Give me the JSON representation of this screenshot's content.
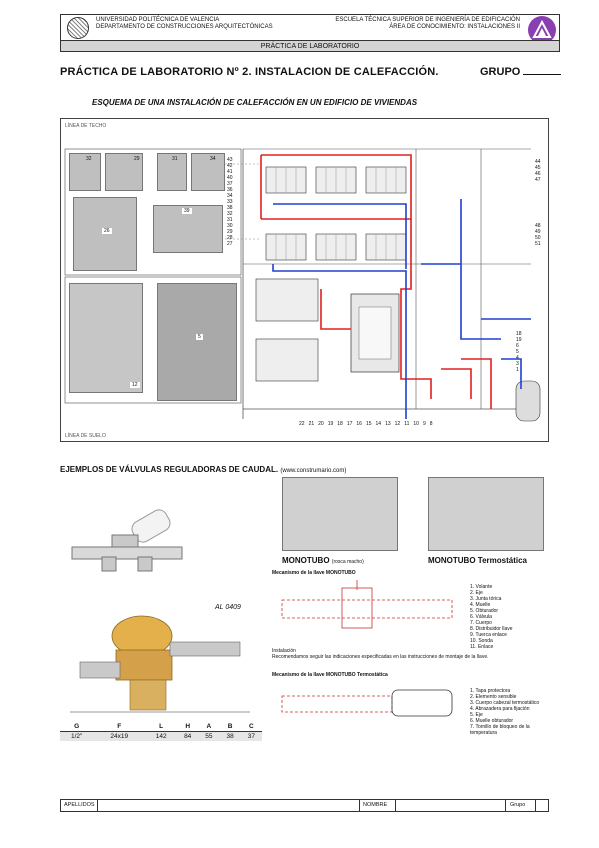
{
  "header": {
    "left_line1": "UNIVERSIDAD POLITÉCNICA DE VALENCIA",
    "left_line2": "DEPARTAMENTO DE CONSTRUCCIONES ARQUITECTÓNICAS",
    "right_line1": "ESCUELA TÉCNICA SUPERIOR DE INGENIERÍA DE EDIFICACIÓN",
    "right_line2": "ÁREA DE CONOCIMIENTO: INSTALACIONES II",
    "banner": "PRÁCTICA DE LABORATORIO"
  },
  "title": "PRÁCTICA DE LABORATORIO Nº 2. INSTALACION DE CALEFACCIÓN.",
  "group_label": "GRUPO",
  "subtitle": "ESQUEMA DE UNA INSTALACIÓN DE CALEFACCIÓN EN UN EDIFICIO DE VIVIENDAS",
  "diagram": {
    "top_line_label": "LÍNEA DE TECHO",
    "bottom_line_label": "LÍNEA DE SUELO",
    "photo_numbers": [
      "32",
      "29",
      "31",
      "34",
      "26",
      "39",
      "5",
      "12"
    ],
    "left_callouts": [
      "43",
      "42",
      "41",
      "40",
      "37",
      "36",
      "34",
      "33",
      "38",
      "32",
      "31",
      "30",
      "29",
      "28",
      "27"
    ],
    "right_callouts": [
      "44",
      "45",
      "46",
      "47",
      "48",
      "49",
      "50",
      "51"
    ],
    "right_mid_callouts": [
      "18",
      "19",
      "6",
      "5",
      "4",
      "3",
      "1"
    ],
    "bottom_callouts": [
      "22",
      "21",
      "20",
      "19",
      "18",
      "17",
      "16",
      "15",
      "14",
      "13",
      "12",
      "11",
      "10",
      "9",
      "8"
    ]
  },
  "section2": {
    "heading": "EJEMPLOS DE VÁLVULAS REGULADORAS DE CAUDAL.",
    "source": "(www.construmario.com)"
  },
  "valves": {
    "monotubo_label": "MONOTUBO",
    "monotubo_note": "(rosca macho)",
    "termostatica_label": "MONOTUBO",
    "termostatica_word": "Termostática",
    "mech1_title": "Mecanismo de la llave MONOTUBO",
    "mech2_title": "Mecanismo de la llave MONOTUBO    Termostática",
    "mech1_list": [
      "1. Volante",
      "2. Eje",
      "3. Junta tórica",
      "4. Muelle",
      "5. Obturador",
      "6. Válvula",
      "7. Cuerpo",
      "8. Distribuidor llave",
      "9. Tuerca enlace",
      "10. Sonda",
      "11. Enlace"
    ],
    "mech2_list": [
      "1. Tapa protectora",
      "2. Elemento sensible",
      "3. Cuerpo cabezal termostático",
      "4. Abrazadera para fijación",
      "5. Eje",
      "6. Muelle obturador",
      "7. Tornillo de bloqueo de la temperatura"
    ],
    "install_note_title": "Instalación",
    "install_note": "Recomendamos seguir las indicaciones especificadas en las instrucciones de montaje de la llave.",
    "code": "AL 0409"
  },
  "dims_table": {
    "headers": [
      "G",
      "F",
      "L",
      "H",
      "A",
      "B",
      "C"
    ],
    "row": [
      "1/2\"",
      "24x19",
      "142",
      "84",
      "55",
      "38",
      "37"
    ]
  },
  "footer": {
    "apellidos": "APELLIDOS",
    "nombre": "NOMBRE",
    "grupo": "Grupo"
  },
  "colors": {
    "hot": "#e02020",
    "cold": "#2040d0",
    "logo": "#8a3fb0"
  }
}
